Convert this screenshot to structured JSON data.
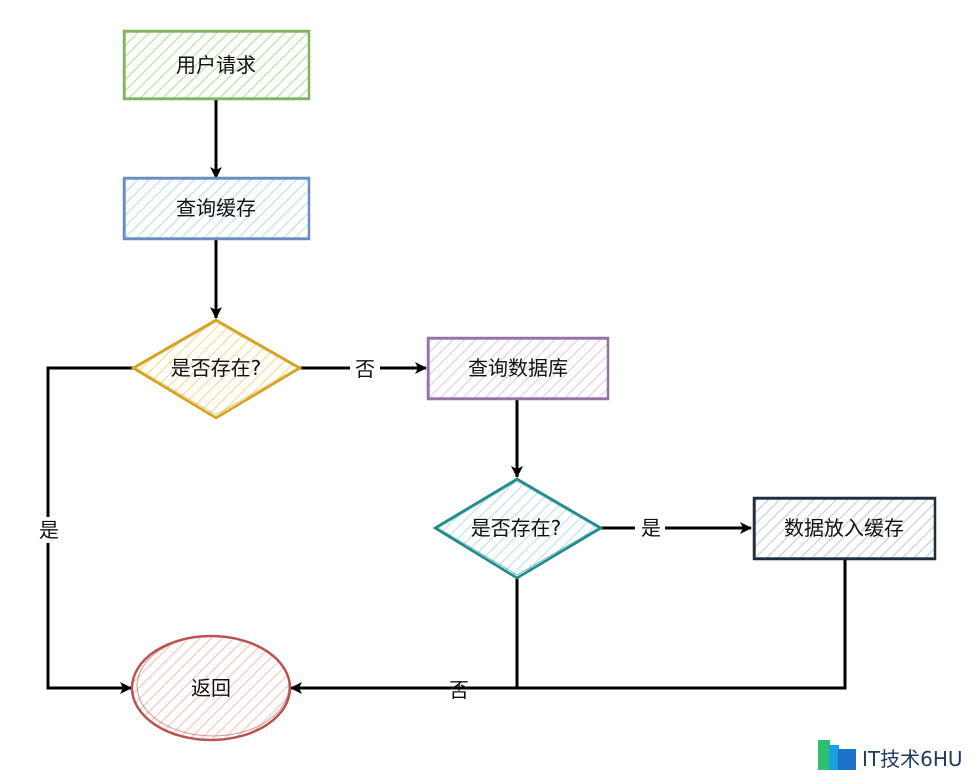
{
  "nodes": {
    "user_request": {
      "label": "用户请求"
    },
    "query_cache": {
      "label": "查询缓存"
    },
    "cache_exists": {
      "label": "是否存在?"
    },
    "query_db": {
      "label": "查询数据库"
    },
    "db_exists": {
      "label": "是否存在?"
    },
    "put_cache": {
      "label": "数据放入缓存"
    },
    "return": {
      "label": "返回"
    }
  },
  "edges": {
    "cache_no": "否",
    "cache_yes": "是",
    "db_yes": "是",
    "db_no": "否"
  },
  "watermark": {
    "text": "IT技术6HU"
  },
  "colors": {
    "green": "#82b366",
    "blue": "#6c8ebf",
    "yellow": "#d6a21e",
    "purple": "#9673a6",
    "teal": "#1f8a8a",
    "dark": "#1f2d3d",
    "red": "#b85450"
  }
}
